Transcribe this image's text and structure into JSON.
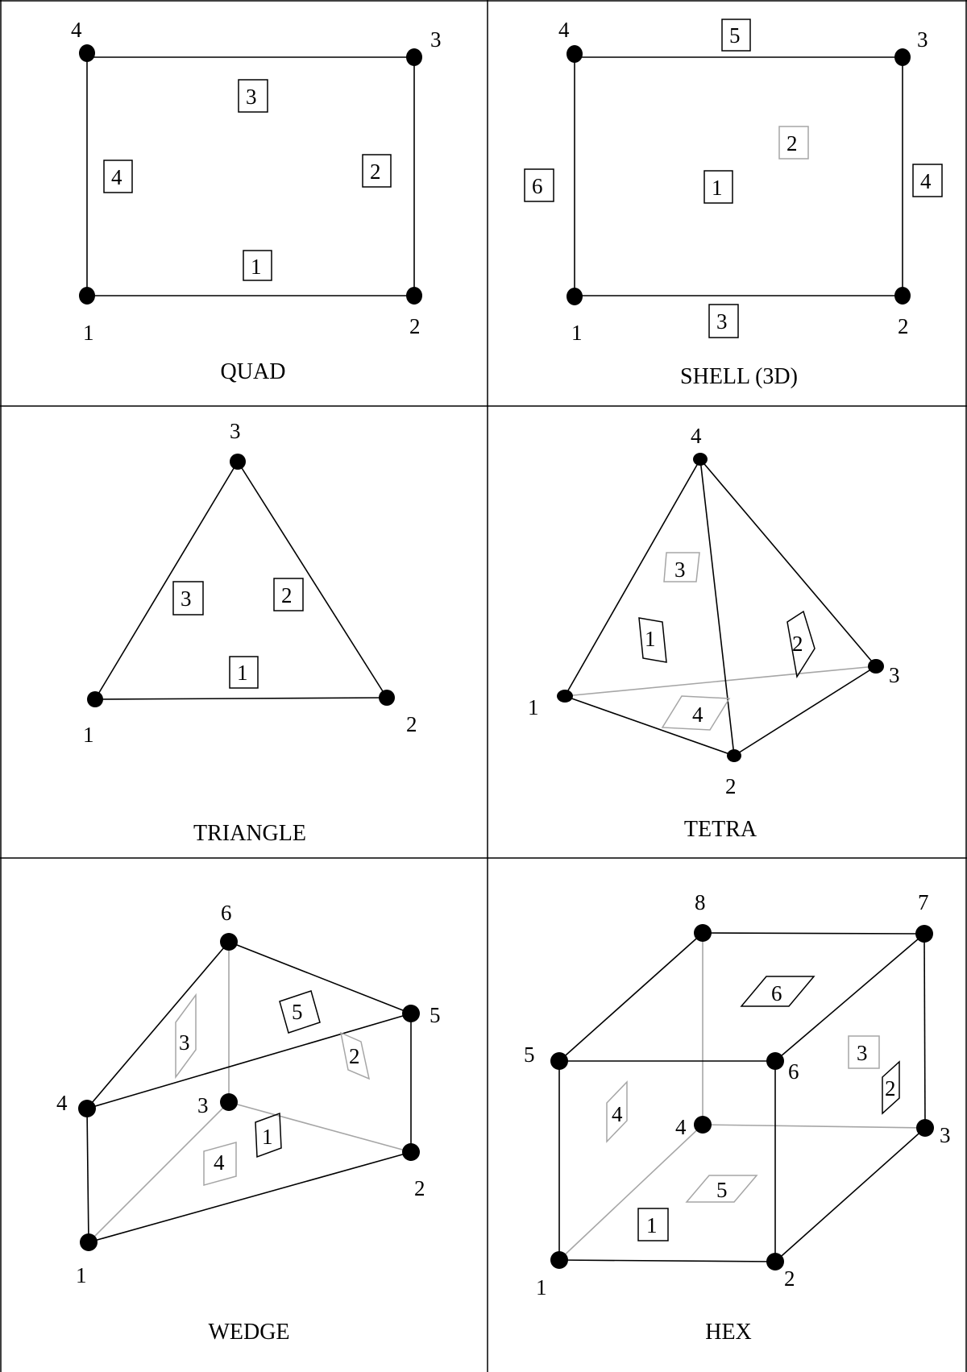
{
  "cells": [
    {
      "title": "QUAD",
      "node_labels": [
        "1",
        "2",
        "3",
        "4"
      ],
      "face_labels": [
        "1",
        "2",
        "3",
        "4"
      ]
    },
    {
      "title": "SHELL (3D)",
      "node_labels": [
        "1",
        "2",
        "3",
        "4"
      ],
      "face_labels": [
        "1",
        "2",
        "3",
        "4",
        "5",
        "6"
      ]
    },
    {
      "title": "TRIANGLE",
      "node_labels": [
        "1",
        "2",
        "3"
      ],
      "face_labels": [
        "1",
        "2",
        "3"
      ]
    },
    {
      "title": "TETRA",
      "node_labels": [
        "1",
        "2",
        "3",
        "4"
      ],
      "face_labels": [
        "1",
        "2",
        "3",
        "4"
      ]
    },
    {
      "title": "WEDGE",
      "node_labels": [
        "1",
        "2",
        "3",
        "4",
        "5",
        "6"
      ],
      "face_labels": [
        "1",
        "2",
        "3",
        "4",
        "5"
      ]
    },
    {
      "title": "HEX",
      "node_labels": [
        "1",
        "2",
        "3",
        "4",
        "5",
        "6",
        "7",
        "8"
      ],
      "face_labels": [
        "1",
        "2",
        "3",
        "4",
        "5",
        "6"
      ]
    }
  ],
  "colors": {
    "visible_edge": "#000000",
    "hidden_edge": "#a6a6a6",
    "background": "#ffffff"
  }
}
